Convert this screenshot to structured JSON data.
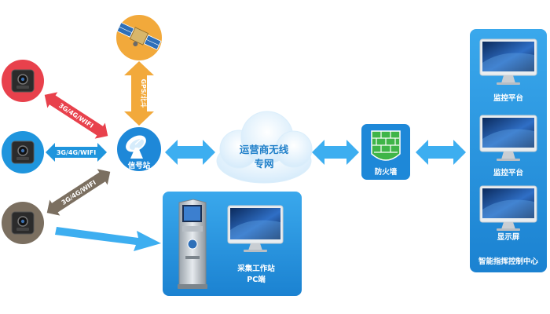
{
  "nodes": {
    "satellite": {
      "name": "satellite"
    },
    "signal_station": {
      "label": "信号站"
    },
    "cloud": {
      "line1": "运营商无线",
      "line2": "专网"
    },
    "firewall": {
      "label": "防火墙"
    },
    "workstation": {
      "line1": "采集工作站",
      "line2": "PC端"
    },
    "command_center": {
      "title": "智能指挥控制中心",
      "monitors": [
        {
          "label": "监控平台"
        },
        {
          "label": "监控平台"
        },
        {
          "label": "显示屏"
        }
      ]
    }
  },
  "links": {
    "gps": "GPS/北斗",
    "device_red": "3G/4G/WIFI",
    "device_blue": "3G/4G/WIFI",
    "device_brown": "3G/4G/WIFI"
  },
  "colors": {
    "brand_blue": "#1e88d8",
    "light_blue": "#3daef0",
    "satellite_orange": "#f2a93b",
    "device_red": "#e8414c",
    "device_blue": "#1f95dd",
    "device_brown": "#7b6f60",
    "firewall_green": "#3fb549"
  },
  "icons": [
    "satellite-icon",
    "dish-antenna-icon",
    "cloud-icon",
    "firewall-icon",
    "monitor-icon",
    "kiosk-icon",
    "body-camera-icon"
  ]
}
